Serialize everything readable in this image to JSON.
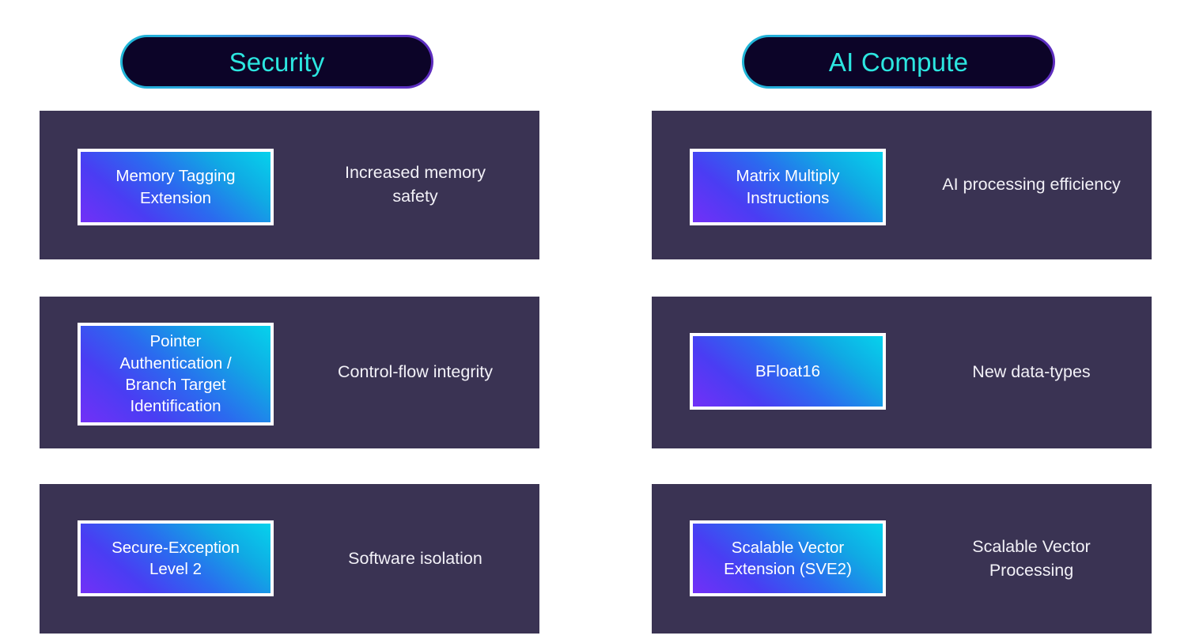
{
  "page": {
    "background_color": "#ffffff",
    "card_background_color": "#3a3353",
    "pill_fill_color": "#0c0428",
    "pill_text_color": "#2ce6e0",
    "chip_gradient_from": "#7230f7",
    "chip_gradient_to": "#06d2ec",
    "chip_border_color": "#ffffff",
    "description_text_color": "#f2f1f7"
  },
  "columns": [
    {
      "heading": "Security",
      "cards": [
        {
          "chip_label": "Memory Tagging\nExtension",
          "description": "Increased memory\nsafety"
        },
        {
          "chip_label": "Pointer\nAuthentication /\nBranch Target\nIdentification",
          "description": "Control-flow integrity"
        },
        {
          "chip_label": "Secure-Exception\nLevel 2",
          "description": "Software isolation"
        }
      ]
    },
    {
      "heading": "AI Compute",
      "cards": [
        {
          "chip_label": "Matrix Multiply\nInstructions",
          "description": "AI processing efficiency"
        },
        {
          "chip_label": "BFloat16",
          "description": "New data-types"
        },
        {
          "chip_label": "Scalable Vector\nExtension (SVE2)",
          "description": "Scalable Vector\nProcessing"
        }
      ]
    }
  ]
}
